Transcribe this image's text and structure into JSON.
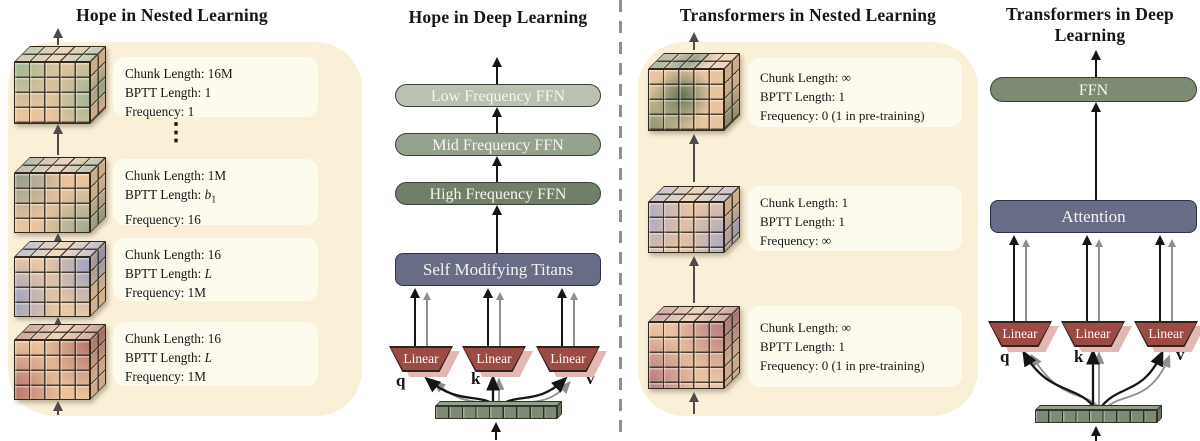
{
  "figure": {
    "palette": {
      "panel_bg": "#faf0d7",
      "card_bg": "#fdfaee",
      "divider": "#8f8f8f",
      "pill_low": "#b9c1b3",
      "pill_mid": "#95a28d",
      "pill_high": "#6f7f68",
      "pill_ffn": "#7d8b72",
      "titans": "#696c87",
      "attention": "#696c87",
      "linear_front": "#9c4a44",
      "linear_shadow": "#e3b7b2",
      "token_strip": "#7e8b74",
      "arrow_black": "#151515",
      "arrow_gray": "#8f8f8f",
      "arrow_cube": "#4c4c4c"
    },
    "p1": {
      "title": "Hope in Nested Learning",
      "dots": "⋮",
      "levels": [
        {
          "chunk": "Chunk Length: 16M",
          "bptt": "BPTT Length: 1",
          "freq": "Frequency: 1"
        },
        {
          "chunk": "Chunk Length: 1M",
          "bptt_prefix": "BPTT Length: ",
          "bptt_var": "b",
          "bptt_sub": "1",
          "freq": "Frequency: 16"
        },
        {
          "chunk": "Chunk Length: 16",
          "bptt_prefix": "BPTT Length: ",
          "bptt_var": "L",
          "freq": "Frequency: 1M"
        },
        {
          "chunk": "Chunk Length: 16",
          "bptt_prefix": "BPTT Length: ",
          "bptt_var": "L",
          "freq": "Frequency: 1M"
        }
      ],
      "cubes": [
        {
          "base": "#e9c49f",
          "ca": "#9db694",
          "pa": "0% 0%",
          "cb": "#9db694",
          "pb": "105% 55%"
        },
        {
          "base": "#e9c49f",
          "ca": "#8f9b8f",
          "pa": "0% 0%",
          "cb": "#97a88e",
          "pb": "102% 105%"
        },
        {
          "base": "#ecc9a2",
          "ca": "#9aa0c4",
          "pa": "-5% 75%",
          "cb": "#9aa0c4",
          "pb": "105% 15%"
        },
        {
          "base": "#eac29c",
          "ca": "#b4716c",
          "pa": "-5% 85%",
          "cb": "#b4716c",
          "pb": "105% 5%"
        }
      ]
    },
    "p2": {
      "title": "Hope in Deep Learning",
      "pills": [
        {
          "label": "Low Frequency FFN"
        },
        {
          "label": "Mid Frequency FFN"
        },
        {
          "label": "High Frequency FFN"
        }
      ],
      "titans": "Self Modifying Titans",
      "linear": "Linear",
      "q": "q",
      "k": "k",
      "v": "v"
    },
    "p3": {
      "title": "Transformers in Nested Learning",
      "levels": [
        {
          "chunk": "Chunk Length: ∞",
          "bptt": "BPTT Length: 1",
          "freq": "Frequency: 0 (1 in pre-training)"
        },
        {
          "chunk": "Chunk Length: 1",
          "bptt": "BPTT Length: 1",
          "freq": "Frequency: ∞"
        },
        {
          "chunk": "Chunk Length: ∞",
          "bptt": "BPTT Length: 1",
          "freq": "Frequency: 0 (1 in pre-training)"
        }
      ],
      "cubes": [
        {
          "base": "#e9c49f",
          "ca": "#5f7558",
          "pa": "45% 42%",
          "cb": "#82956f",
          "pb": "0% 105%"
        },
        {
          "base": "#e9c49f",
          "ca": "#a9a9c6",
          "pa": "-5% 30%",
          "cb": "#a9a9c6",
          "pb": "105% 75%"
        },
        {
          "base": "#eac2a0",
          "ca": "#b4777f",
          "pa": "-5% 90%",
          "cb": "#b4777f",
          "pb": "105% 0%"
        }
      ]
    },
    "p4": {
      "title_line1": "Transformers in Deep",
      "title_line2": "Learning",
      "ffn": "FFN",
      "attention": "Attention",
      "linear": "Linear",
      "q": "q",
      "k": "k",
      "v": "v"
    }
  }
}
